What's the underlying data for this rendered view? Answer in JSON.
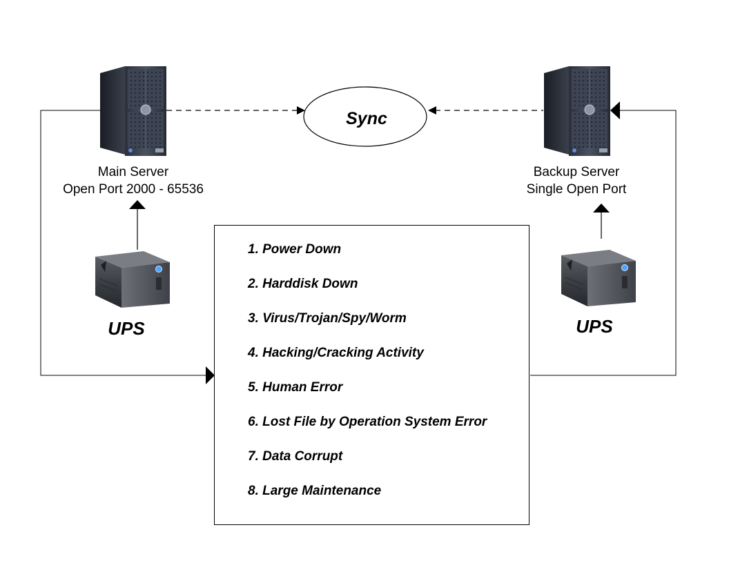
{
  "sync": {
    "label": "Sync"
  },
  "main_server": {
    "line1": "Main Server",
    "line2": "Open Port 2000 - 65536"
  },
  "backup_server": {
    "line1": "Backup Server",
    "line2": "Single Open Port"
  },
  "ups_left": {
    "label": "UPS"
  },
  "ups_right": {
    "label": "UPS"
  },
  "risks": [
    "1. Power Down",
    "2. Harddisk Down",
    "3. Virus/Trojan/Spy/Worm",
    "4. Hacking/Cracking Activity",
    "5. Human Error",
    "6. Lost File by Operation System Error",
    "7. Data Corrupt",
    "8. Large Maintenance"
  ],
  "icons": {
    "server": "server-tower-icon",
    "ups": "ups-device-icon"
  }
}
